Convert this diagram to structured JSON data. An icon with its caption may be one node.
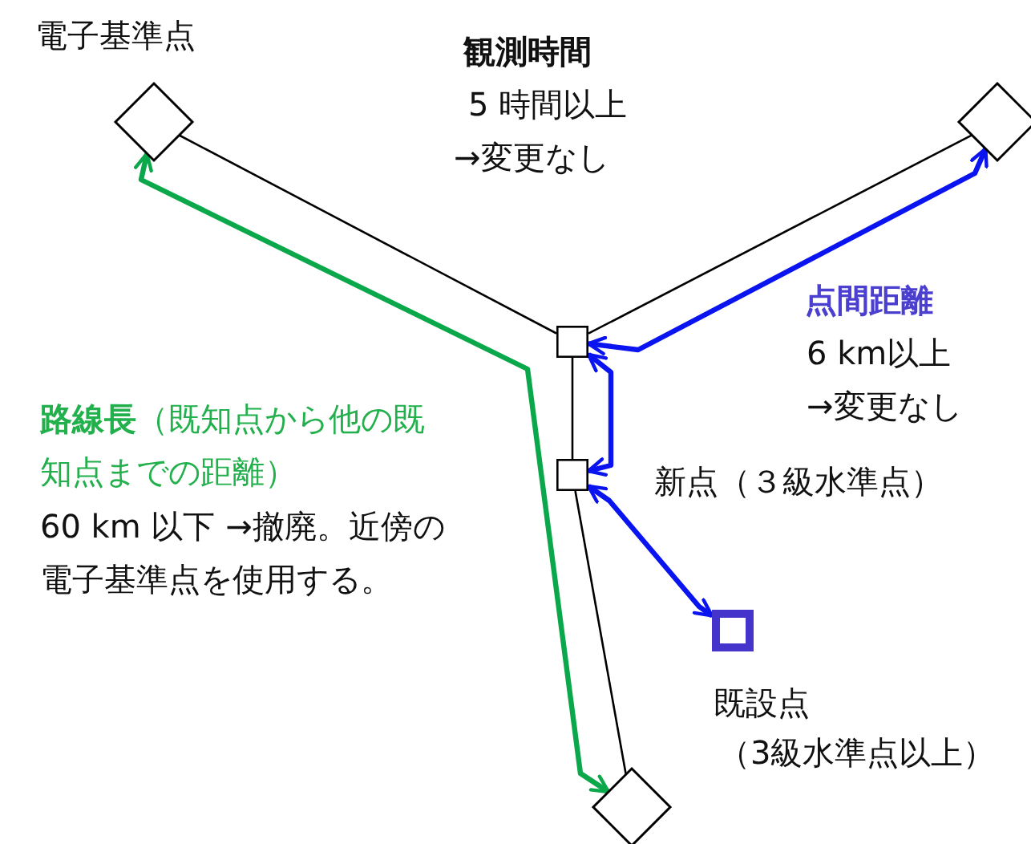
{
  "diagram": {
    "nodes": [
      {
        "text": [],
        "shape": "diamond",
        "beside": [
          "電子基準点"
        ]
      },
      {
        "text": [],
        "shape": "diamond"
      },
      {
        "text": [],
        "shape": "diamond"
      },
      {
        "text": [],
        "shape": "box"
      },
      {
        "text": [],
        "shape": "box",
        "beside": [
          "新点（３級水準点）"
        ]
      },
      {
        "text": [],
        "shape": "box",
        "beside": [
          "既設点",
          "（3級水準点以上）"
        ]
      }
    ],
    "edges": [
      {
        "from": 0,
        "to": 3,
        "arrow": "none"
      },
      {
        "from": 1,
        "to": 3,
        "arrow": "none"
      },
      {
        "from": 3,
        "to": 4,
        "arrow": "none"
      },
      {
        "from": 4,
        "to": 2,
        "arrow": "none"
      },
      {
        "from": 0,
        "to": 2,
        "arrow": "both",
        "style": "thick",
        "color": "#0aa84a"
      },
      {
        "from": 1,
        "to": 3,
        "arrow": "both",
        "style": "thick",
        "color": "#0a14f0"
      },
      {
        "from": 3,
        "to": 4,
        "arrow": "both",
        "style": "thick",
        "color": "#0a14f0"
      },
      {
        "from": 4,
        "to": 5,
        "arrow": "both",
        "style": "thick",
        "color": "#0a14f0"
      }
    ],
    "labels": [
      "観測時間",
      "5 時間以上",
      "→変更なし",
      "点間距離",
      "6 km以上",
      "→変更なし",
      "**路線長**（既知点から他の既知点までの距離）",
      "60 km 以下 →撤廃。近傍の電子基準点を使用する。"
    ]
  }
}
